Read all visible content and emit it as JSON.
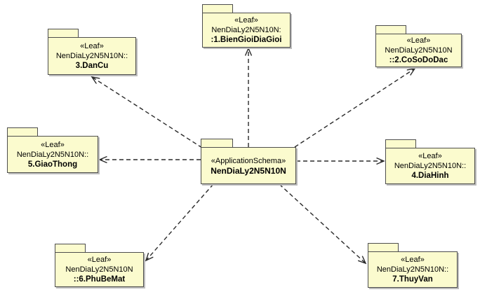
{
  "diagram": {
    "colors": {
      "package-fill": "#fbfbce",
      "package-border": "#4d4d4d",
      "arrow-color": "#2a2a2a",
      "shadow-color": "#bdbdbd",
      "background": "#ffffff",
      "text-color": "#000000"
    },
    "center": {
      "stereotype": "«ApplicationSchema»",
      "name": "NenDiaLy2N5N10N"
    },
    "packages": [
      {
        "stereotype": "«Leaf»",
        "qualifier": "NenDiaLy2N5N10N:",
        "name": ":1.BienGioiDiaGioi"
      },
      {
        "stereotype": "«Leaf»",
        "qualifier": "NenDiaLy2N5N10N",
        "name": "::2.CoSoDoDac"
      },
      {
        "stereotype": "«Leaf»",
        "qualifier": "NenDiaLy2N5N10N::",
        "name": "3.DanCu"
      },
      {
        "stereotype": "«Leaf»",
        "qualifier": "NenDiaLy2N5N10N::",
        "name": "4.DiaHinh"
      },
      {
        "stereotype": "«Leaf»",
        "qualifier": "NenDiaLy2N5N10N::",
        "name": "5.GiaoThong"
      },
      {
        "stereotype": "«Leaf»",
        "qualifier": "NenDiaLy2N5N10N",
        "name": "::6.PhuBeMat"
      },
      {
        "stereotype": "«Leaf»",
        "qualifier": "NenDiaLy2N5N10N::",
        "name": "7.ThuyVan"
      }
    ]
  }
}
